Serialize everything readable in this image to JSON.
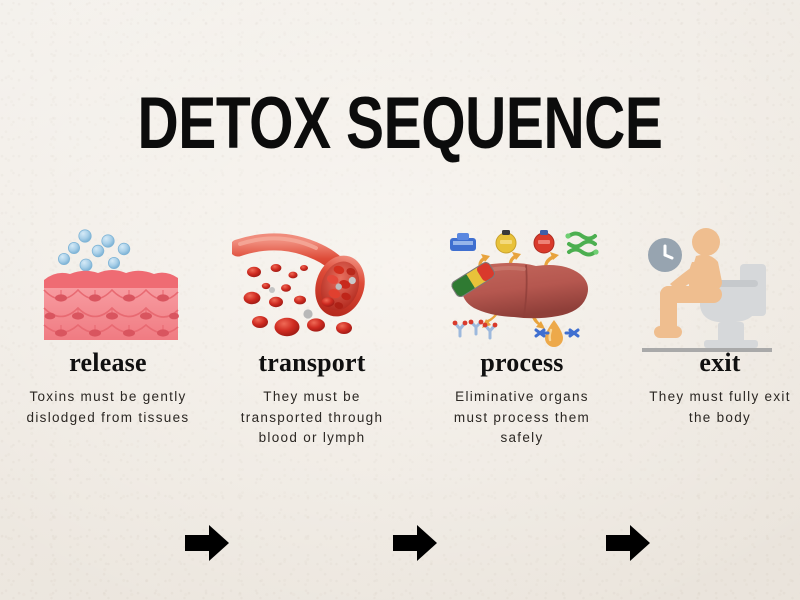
{
  "poster": {
    "title": "DETOX SEQUENCE",
    "background_color": "#efeae3",
    "title_color": "#0c0c0c",
    "arrow_color": "#000000"
  },
  "steps": [
    {
      "label": "release",
      "description": "Toxins must be gently\ndislodged from tissues",
      "icon": "tissue-cells-with-toxin-particles",
      "colors": {
        "tissue": "#f4878a",
        "tissue_top": "#ef6b73",
        "nucleus": "#d9555f",
        "toxin": "#a8cfe8"
      }
    },
    {
      "label": "transport",
      "description": "They must be\ntransported through\nblood or lymph",
      "icon": "blood-vessel-with-red-blood-cells",
      "colors": {
        "vessel": "#d83a2c",
        "vessel_light": "#e8705f",
        "cell": "#c8241f",
        "toxin": "#b8b8b8"
      }
    },
    {
      "label": "process",
      "description": "Eliminative organs\nmust process them\nsafely",
      "icon": "liver-with-enzymes-and-toxins",
      "colors": {
        "liver": "#b5574f",
        "liver_dark": "#96423c",
        "arrow": "#e8a33d",
        "gallbladder_green": "#2f7a32",
        "gallbladder_yellow": "#e8c23a",
        "gallbladder_red": "#d93a2c",
        "molecule_green": "#4caf50",
        "molecule_blue": "#3f6fd0",
        "droplet": "#eda94a"
      }
    },
    {
      "label": "exit",
      "description": "They must fully exit\nthe body",
      "icon": "person-on-toilet-with-clock",
      "colors": {
        "body": "#efbe8f",
        "toilet": "#d6d8da",
        "clock": "#97a4b0",
        "floor": "#a9a9a9"
      }
    }
  ],
  "arrows": [
    {
      "name": "arrow-release-to-transport"
    },
    {
      "name": "arrow-transport-to-process"
    },
    {
      "name": "arrow-process-to-exit"
    }
  ]
}
